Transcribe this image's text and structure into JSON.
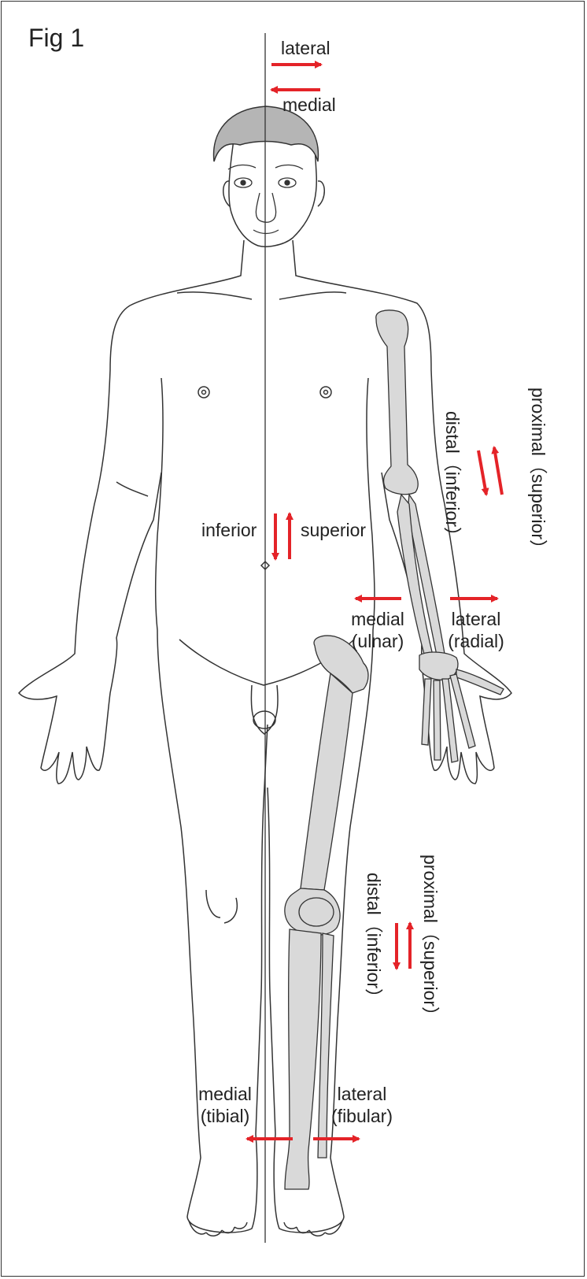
{
  "figure": {
    "title": "Fig 1"
  },
  "colors": {
    "arrow": "#e42328",
    "bone": "#d9d9d9",
    "line": "#333333",
    "hair": "#b5b5b5"
  },
  "labels": {
    "top_lateral": "lateral",
    "top_medial": "medial",
    "inferior": "inferior",
    "superior": "superior",
    "arm_proximal": "proximal（superior）",
    "arm_distal": "distal（inferior）",
    "forearm_medial": "medial",
    "forearm_ulnar": "(ulnar)",
    "forearm_lateral": "lateral",
    "forearm_radial": "(radial)",
    "leg_proximal": "proximal（superior）",
    "leg_distal": "distal（inferior）",
    "shin_medial": "medial",
    "shin_tibial": "(tibial)",
    "shin_lateral": "lateral",
    "shin_fibular": "(fibular)"
  }
}
